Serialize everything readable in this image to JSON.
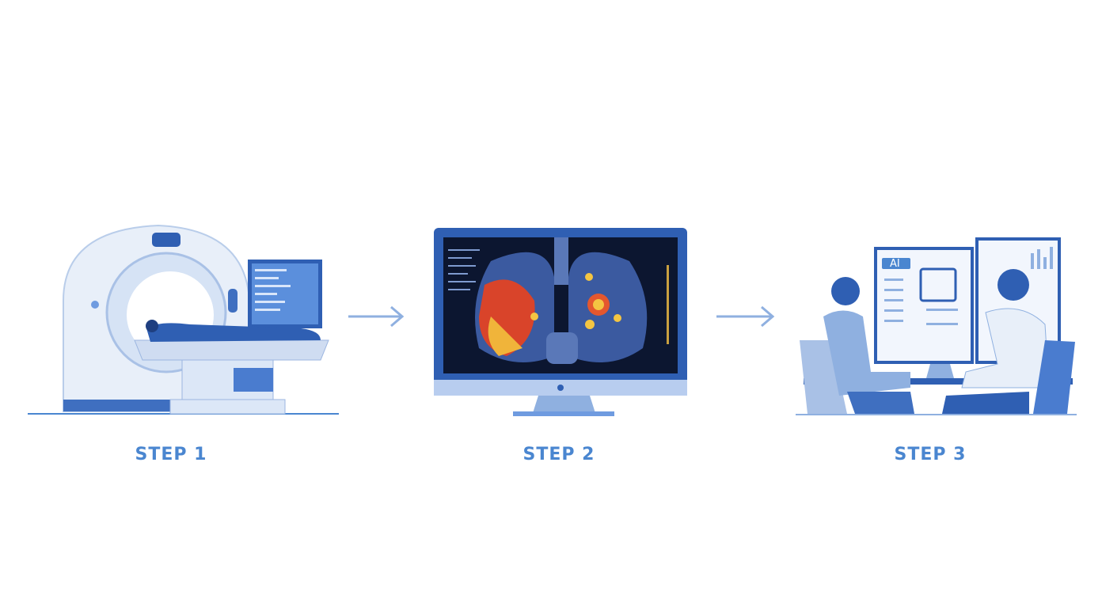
{
  "steps": [
    {
      "label": "STEP 1",
      "scene": "ct-scanner"
    },
    {
      "label": "STEP 2",
      "scene": "lung-scan-monitor"
    },
    {
      "label": "STEP 3",
      "scene": "clinicians-review"
    }
  ],
  "step3_screen": {
    "badge": "AI"
  },
  "colors": {
    "accent": "#4a86d0",
    "dark_blue": "#2f5fb3",
    "light_blue": "#dce7f7"
  }
}
